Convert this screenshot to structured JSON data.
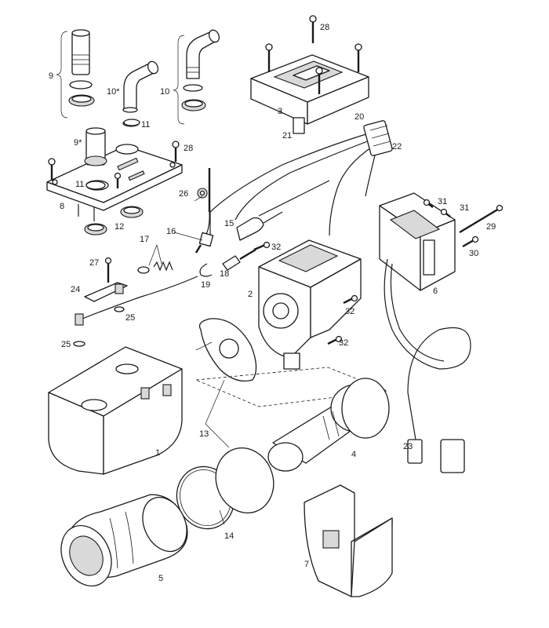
{
  "callouts": {
    "c1": "1",
    "c2": "2",
    "c3": "3",
    "c4": "4",
    "c5": "5",
    "c6": "6",
    "c7": "7",
    "c8": "8",
    "c9": "9",
    "c10": "10",
    "c10s": "10*",
    "c9s": "9*",
    "c11a": "11",
    "c11b": "11",
    "c12": "12",
    "c13": "13",
    "c14": "14",
    "c15": "15",
    "c16": "16",
    "c17": "17",
    "c18": "18",
    "c19": "19",
    "c20": "20",
    "c21": "21",
    "c22": "22",
    "c23": "23",
    "c24": "24",
    "c25a": "25",
    "c25b": "25",
    "c26": "26",
    "c27": "27",
    "c28a": "28",
    "c28b": "28",
    "c29": "29",
    "c30": "30",
    "c31a": "31",
    "c31b": "31",
    "c32a": "32",
    "c32b": "32",
    "c32c": "32"
  },
  "colors": {
    "line": "#1a1a1a",
    "fill": "#ffffff",
    "shade": "#d9d9d9"
  }
}
